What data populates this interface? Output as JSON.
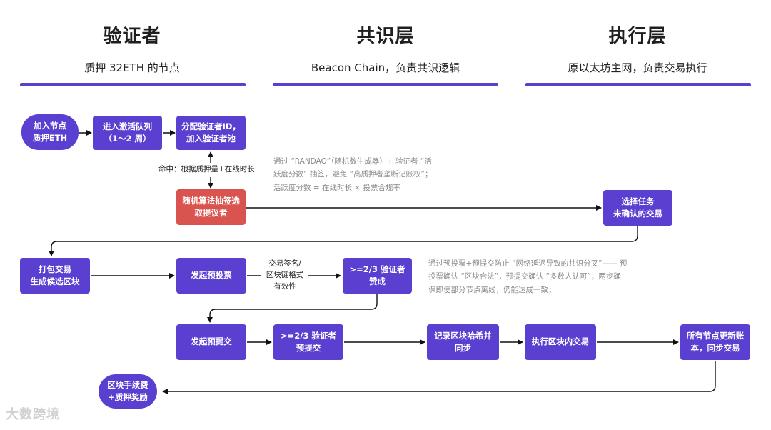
{
  "columns": [
    {
      "title": "验证者",
      "subtitle": "质押 32ETH 的节点"
    },
    {
      "title": "共识层",
      "subtitle": "Beacon Chain，负责共识逻辑"
    },
    {
      "title": "执行层",
      "subtitle": "原以太坊主网，负责交易执行"
    }
  ],
  "nodes": {
    "join": "加入节点\n质押ETH",
    "queue": "进入激活队列\n（1～2 周）",
    "assign": "分配验证者ID，\n加入验证者池",
    "random": "随机算法抽签选\n取提议者",
    "select_tx": "选择任务\n未确认的交易",
    "pack": "打包交易\n生成候选区块",
    "prevote": "发起预投票",
    "approve": ">=2/3 验证者\n赞成",
    "precommit": "发起预提交",
    "precommit23": ">=2/3 验证者\n预提交",
    "record": "记录区块哈希并\n同步",
    "execute": "执行区块内交易",
    "update": "所有节点更新账\n本，同步交易",
    "reward": "区块手续费\n+质押奖励"
  },
  "labels": {
    "hit": "命中：根据质押量+在线时长",
    "verify": "交易签名/\n区块链格式\n有效性"
  },
  "notes": {
    "randao": "通过 “RANDAO”（随机数生成器）+ 验证者 “活\n跃度分数” 抽签，避免 “高质押者垄断记账权”；\n活跃度分数 = 在线时长 × 投票合规率",
    "fork": "通过预投票+预提交防止 “网络延迟导致的共识分叉”—— 预\n投票确认 “区块合法”，预提交确认 “多数人认可”，两步确\n保即使部分节点离线，仍能达成一致；"
  },
  "watermark": "大数跨境",
  "colors": {
    "primary": "#5b3fd1",
    "accent": "#d9534f",
    "note": "#8a8a8a"
  }
}
